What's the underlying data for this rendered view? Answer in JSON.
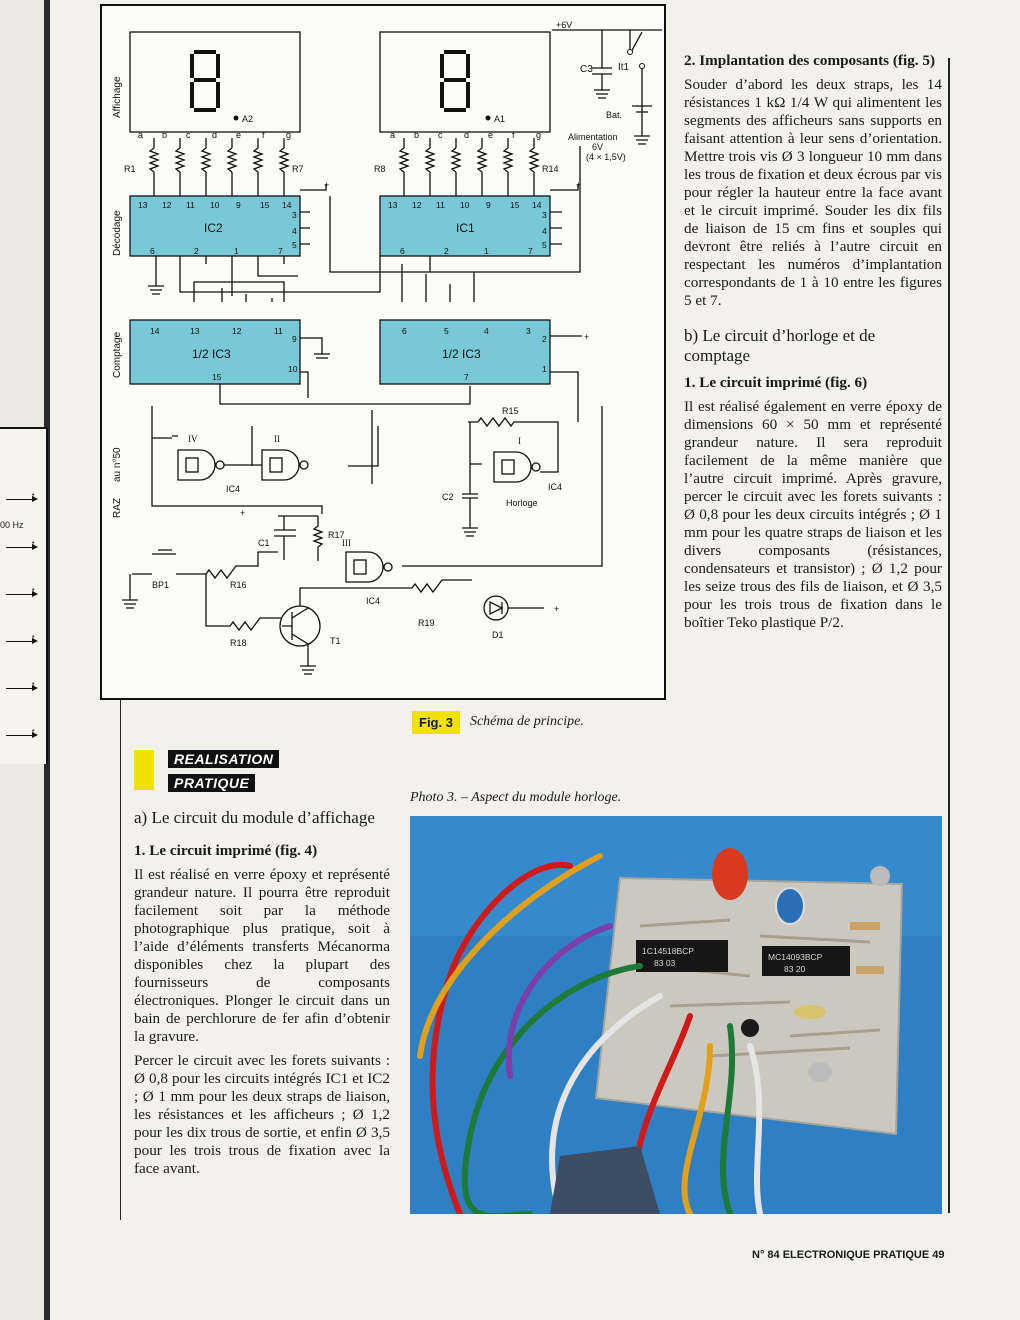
{
  "schematic": {
    "supply": "+6V",
    "side_labels": [
      "Affichage",
      "Décodage",
      "Comptage",
      "RAZ",
      "au n°50"
    ],
    "display_left": "A2",
    "display_right": "A1",
    "segments": [
      "a",
      "b",
      "c",
      "d",
      "e",
      "f",
      "g"
    ],
    "r_first_left": "R1",
    "r_last_left": "R7",
    "r_first_right": "R8",
    "r_last_right": "R14",
    "ic2": "IC2",
    "ic1": "IC1",
    "ic3": "1/2 IC3",
    "ic4": "IC4",
    "dec_pins_top": [
      "13",
      "12",
      "11",
      "10",
      "9",
      "15",
      "14"
    ],
    "dec_pins_side": [
      "3",
      "4",
      "5"
    ],
    "dec_pins_bottom": [
      "6",
      "2",
      "1",
      "7"
    ],
    "cnt_left_top": [
      "14",
      "13",
      "12",
      "11"
    ],
    "cnt_left_side": [
      "9",
      "10"
    ],
    "cnt_left_bottom": "15",
    "cnt_right_top": [
      "6",
      "5",
      "4",
      "3"
    ],
    "cnt_right_side": [
      "2",
      "1"
    ],
    "cnt_right_bottom": "7",
    "c3": "C3",
    "it1": "It1",
    "bat": "Bat.",
    "alim": "Alimentation",
    "alim_v": "6V",
    "alim_detail": "(4 × 1,5V)",
    "r15": "R15",
    "r16": "R16",
    "r17": "R17",
    "r18": "R18",
    "r19": "R19",
    "c1": "C1",
    "c2": "C2",
    "bp1": "BP1",
    "t1": "T1",
    "d1": "D1",
    "horloge": "Horloge",
    "gate_iv": "IV",
    "gate_ii": "II",
    "gate_i": "I",
    "gate_iii": "III",
    "plus": "+"
  },
  "figure": {
    "num": "Fig. 3",
    "caption": "Schéma de principe."
  },
  "left_margin": {
    "hz": "00 Hz",
    "t": "t"
  },
  "right_col": {
    "h1": "2. Implantation des composants (fig. 5)",
    "p1": "Souder d’abord les deux straps, les 14 résistances 1 kΩ 1/4 W qui alimentent les segments des afficheurs sans supports en faisant attention à leur sens d’orientation. Mettre trois vis Ø 3 longueur 10 mm dans les trous de fixation et deux écrous par vis pour régler la hauteur entre la face avant et le circuit imprimé. Souder les dix fils de liaison de 15 cm fins et souples qui devront être reliés à l’autre circuit en respectant les numéros d’implantation correspondants de 1 à 10 entre les figures 5 et 7.",
    "h2": "b) Le circuit d’horloge et de comptage",
    "h3": "1. Le circuit imprimé (fig. 6)",
    "p2": "Il est réalisé également en verre époxy de dimensions 60 × 50 mm et représenté grandeur nature. Il sera reproduit facilement de la même manière que l’autre circuit imprimé. Après gravure, percer le circuit avec les forets suivants : Ø 0,8 pour les deux circuits intégrés ; Ø 1 mm pour les quatre straps de liaison et les divers composants (résistances, condensateurs et transistor) ; Ø 1,2 pour les seize trous des fils de liaison, et Ø 3,5 pour les trois trous de fixation dans le boîtier Teko plastique P/2."
  },
  "left_col": {
    "tag1": "REALISATION",
    "tag2": "PRATIQUE",
    "h1": "a) Le circuit du module d’affichage",
    "h2": "1. Le circuit imprimé (fig. 4)",
    "p1": "Il est réalisé en verre époxy et représenté grandeur nature. Il pourra être reproduit facilement soit par la méthode photographique plus pratique, soit à l’aide d’éléments transferts Mécanorma disponibles chez la plupart des fournisseurs de composants électroniques. Plonger le circuit dans un bain de perchlorure de fer afin d’obtenir la gravure.",
    "p2": "Percer le circuit avec les forets suivants : Ø 0,8 pour les circuits intégrés IC1 et IC2 ; Ø 1 mm pour les deux straps de liaison, les résistances et les afficheurs ; Ø 1,2 pour les dix trous de sortie, et enfin Ø 3,5 pour les trois trous de fixation avec la face avant."
  },
  "photo": {
    "caption": "Photo 3. – Aspect du module horloge.",
    "chip1": "1C14518BCP",
    "chip1b": "83 03",
    "chip2": "MC14093BCP",
    "chip2b": "83 20"
  },
  "footer": "N° 84 ELECTRONIQUE PRATIQUE 49"
}
